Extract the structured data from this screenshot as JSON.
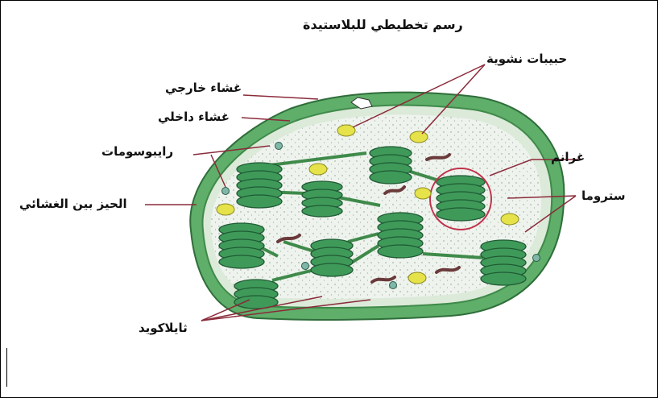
{
  "diagram": {
    "title": "رسم تخطيطي للبلاستيدة",
    "labels": {
      "outer_membrane": "غشاء خارجي",
      "inner_membrane": "غشاء داخلي",
      "ribosomes": "رايبوسومات",
      "intermembrane_space": "الحيز بين الغشائي",
      "thylakoid": "ثايلاكويد",
      "starch_granules": "حبيبات نشوية",
      "granum": "غرانم",
      "stroma": "ستروما"
    },
    "colors": {
      "outer_membrane": "#5fae6a",
      "stroma": "#eef3ee",
      "thylakoid": "#3f9a5a",
      "starch": "#e6e24a",
      "ribosome": "#7fb8a8",
      "granum_circle": "#c0334a",
      "pointer_line": "#8b2a3a"
    }
  }
}
